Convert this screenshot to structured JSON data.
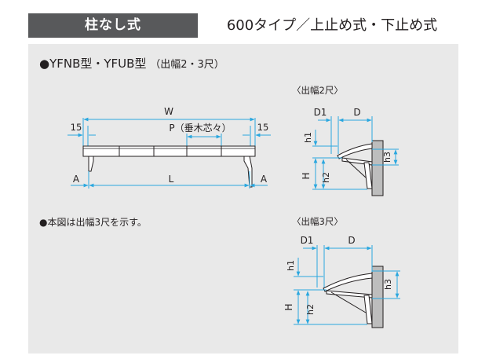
{
  "header": {
    "tag": "柱なし式",
    "title": "600タイプ／上止め式・下止め式"
  },
  "model": {
    "bullet": "●",
    "name": "YFNB型・YFUB型",
    "sub": "（出幅2・3尺）"
  },
  "note": "●本図は出幅3尺を示す。",
  "front": {
    "w": "W",
    "p": "P（垂木芯々）",
    "l": "L",
    "a_left": "A",
    "a_right": "A",
    "e_left": "15",
    "e_right": "15"
  },
  "side2": {
    "caption": "〈出幅2尺〉",
    "d1": "D1",
    "d": "D",
    "h1": "h1",
    "h": "H",
    "h2": "h2",
    "h3": "h3"
  },
  "side3": {
    "caption": "〈出幅3尺〉",
    "d1": "D1",
    "d": "D",
    "h1": "h1",
    "h": "H",
    "h2": "h2",
    "h3": "h3"
  },
  "colors": {
    "dimension": "#2aa7df",
    "panel": "#e9e9e9",
    "tag": "#58595b"
  }
}
